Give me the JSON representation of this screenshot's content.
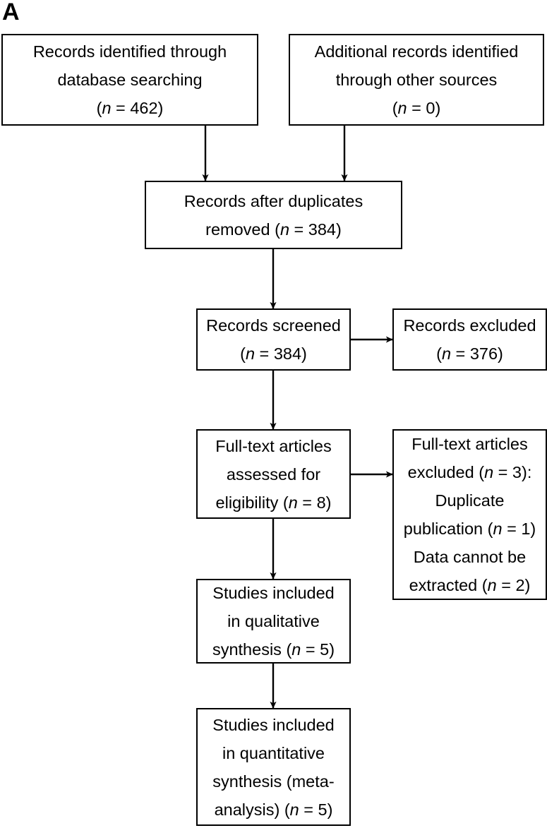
{
  "panel": {
    "label": "A"
  },
  "diagram": {
    "type": "prisma-flow-diagram",
    "stroke_color": "#000000",
    "box_fill": "#ffffff",
    "nodes": [
      {
        "id": "records-identified-database",
        "lines": [
          "Records identified through",
          "database searching",
          "(n = 462)"
        ],
        "n": 462
      },
      {
        "id": "additional-records-other-sources",
        "lines": [
          "Additional records identified",
          "through other sources",
          "(n = 0)"
        ],
        "n": 0
      },
      {
        "id": "records-after-duplicates-removed",
        "lines": [
          "Records after duplicates",
          "removed (n = 384)"
        ],
        "n": 384
      },
      {
        "id": "records-screened",
        "lines": [
          "Records screened",
          "(n = 384)"
        ],
        "n": 384
      },
      {
        "id": "records-excluded",
        "lines": [
          "Records excluded",
          "(n = 376)"
        ],
        "n": 376
      },
      {
        "id": "full-text-assessed",
        "lines": [
          "Full-text articles",
          "assessed for",
          "eligibility (n = 8)"
        ],
        "n": 8
      },
      {
        "id": "full-text-excluded",
        "lines": [
          "Full-text articles",
          "excluded (n = 3):",
          "Duplicate",
          "publication (n = 1)",
          "Data cannot be",
          "extracted (n = 2)"
        ],
        "n": 3,
        "reasons": [
          {
            "label": "Duplicate publication",
            "n": 1
          },
          {
            "label": "Data cannot be extracted",
            "n": 2
          }
        ]
      },
      {
        "id": "studies-qualitative",
        "lines": [
          "Studies included",
          "in qualitative",
          "synthesis (n = 5)"
        ],
        "n": 5
      },
      {
        "id": "studies-quantitative",
        "lines": [
          "Studies included",
          "in quantitative",
          "synthesis (meta-",
          "analysis) (n = 5)"
        ],
        "n": 5
      }
    ]
  }
}
